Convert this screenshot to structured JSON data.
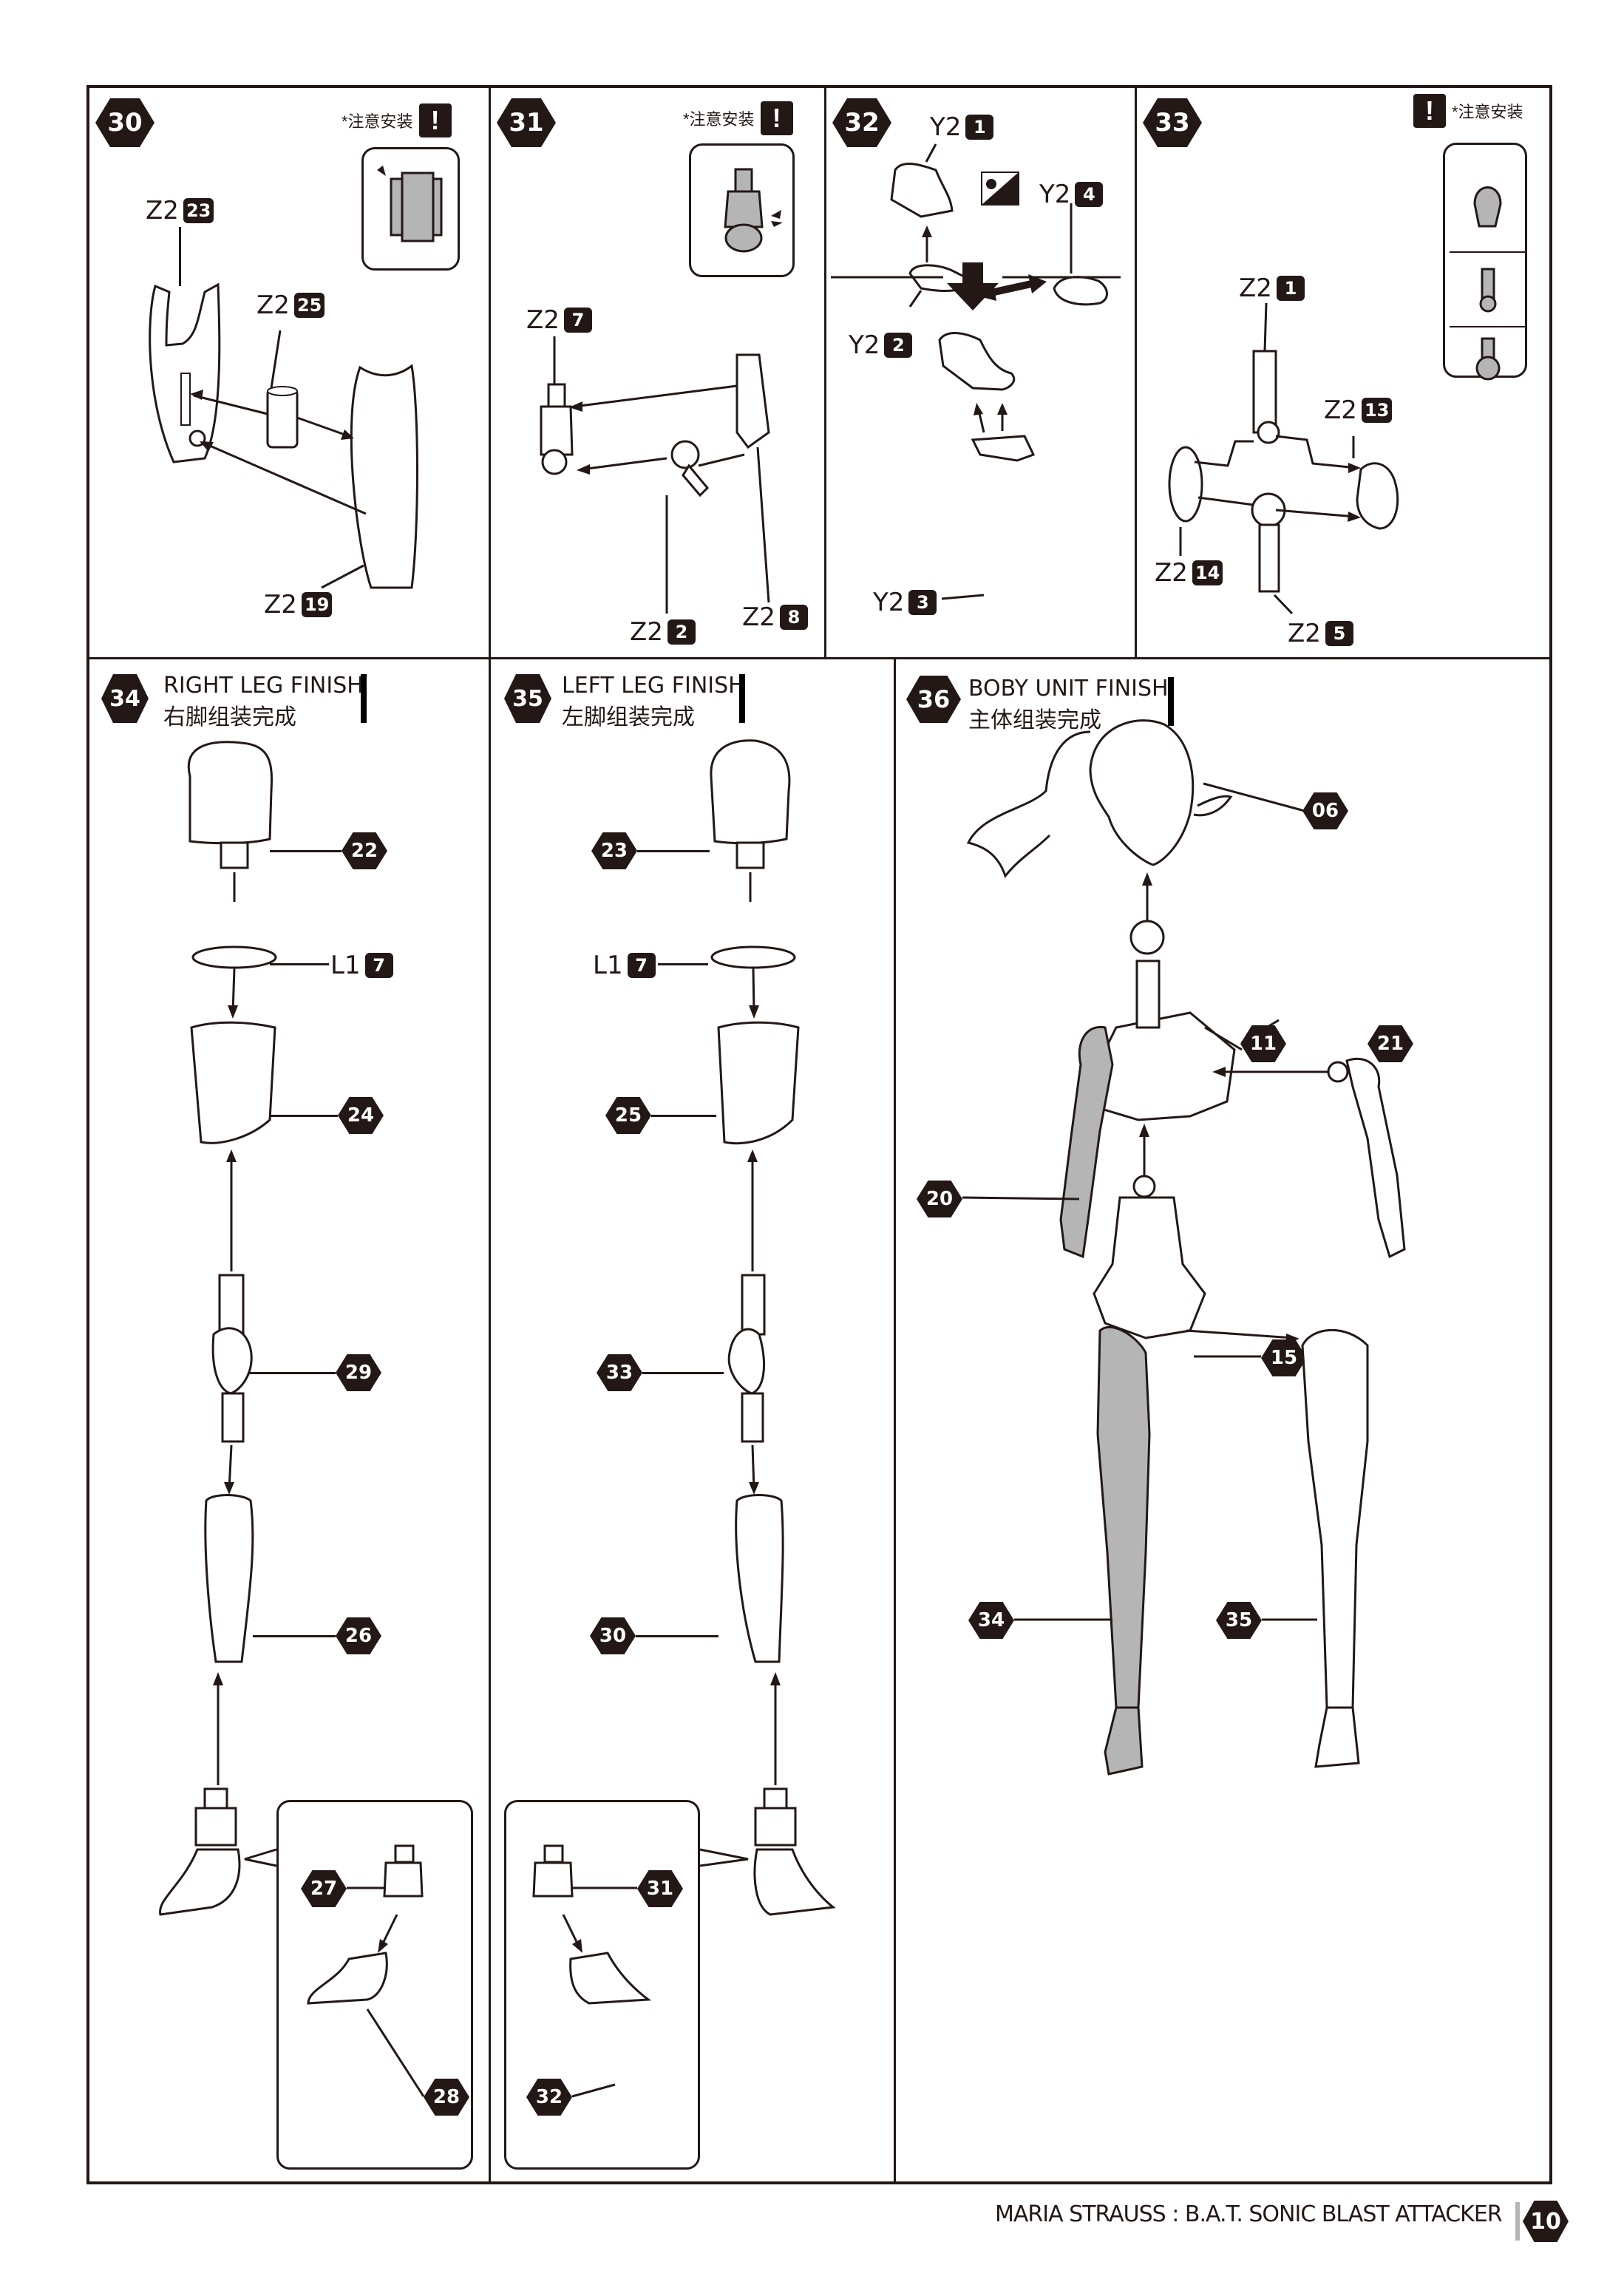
{
  "page": {
    "number": "10",
    "footer_title": "MARIA STRAUSS : B.A.T. SONIC BLAST ATTACKER"
  },
  "caution_text": "*注意安装",
  "steps": [
    {
      "number": "30",
      "caution": true,
      "parts": [
        {
          "runner": "Z2",
          "num": "23"
        },
        {
          "runner": "Z2",
          "num": "25"
        },
        {
          "runner": "Z2",
          "num": "19"
        }
      ]
    },
    {
      "number": "31",
      "caution": true,
      "parts": [
        {
          "runner": "Z2",
          "num": "7"
        },
        {
          "runner": "Z2",
          "num": "2"
        },
        {
          "runner": "Z2",
          "num": "8"
        }
      ]
    },
    {
      "number": "32",
      "caution": false,
      "parts": [
        {
          "runner": "Y2",
          "num": "1"
        },
        {
          "runner": "Y2",
          "num": "4"
        },
        {
          "runner": "Y2",
          "num": "2"
        },
        {
          "runner": "Y2",
          "num": "3"
        }
      ]
    },
    {
      "number": "33",
      "caution": true,
      "parts": [
        {
          "runner": "Z2",
          "num": "1"
        },
        {
          "runner": "Z2",
          "num": "13"
        },
        {
          "runner": "Z2",
          "num": "14"
        },
        {
          "runner": "Z2",
          "num": "5"
        }
      ]
    },
    {
      "number": "34",
      "title_en": "RIGHT LEG FINISH",
      "title_cn": "右脚组装完成",
      "callouts": [
        "22",
        "24",
        "29",
        "26",
        "27",
        "28"
      ],
      "washer": {
        "runner": "L1",
        "num": "7"
      }
    },
    {
      "number": "35",
      "title_en": "LEFT LEG FINISH",
      "title_cn": "左脚组装完成",
      "callouts": [
        "23",
        "25",
        "33",
        "30",
        "31",
        "32"
      ],
      "washer": {
        "runner": "L1",
        "num": "7"
      }
    },
    {
      "number": "36",
      "title_en": "BOBY UNIT FINISH",
      "title_cn": "主体组装完成",
      "callouts": [
        "06",
        "11",
        "21",
        "20",
        "15",
        "34",
        "35"
      ]
    }
  ],
  "colors": {
    "ink": "#231815",
    "part_gray": "#b5b5b6",
    "paper": "#ffffff"
  }
}
